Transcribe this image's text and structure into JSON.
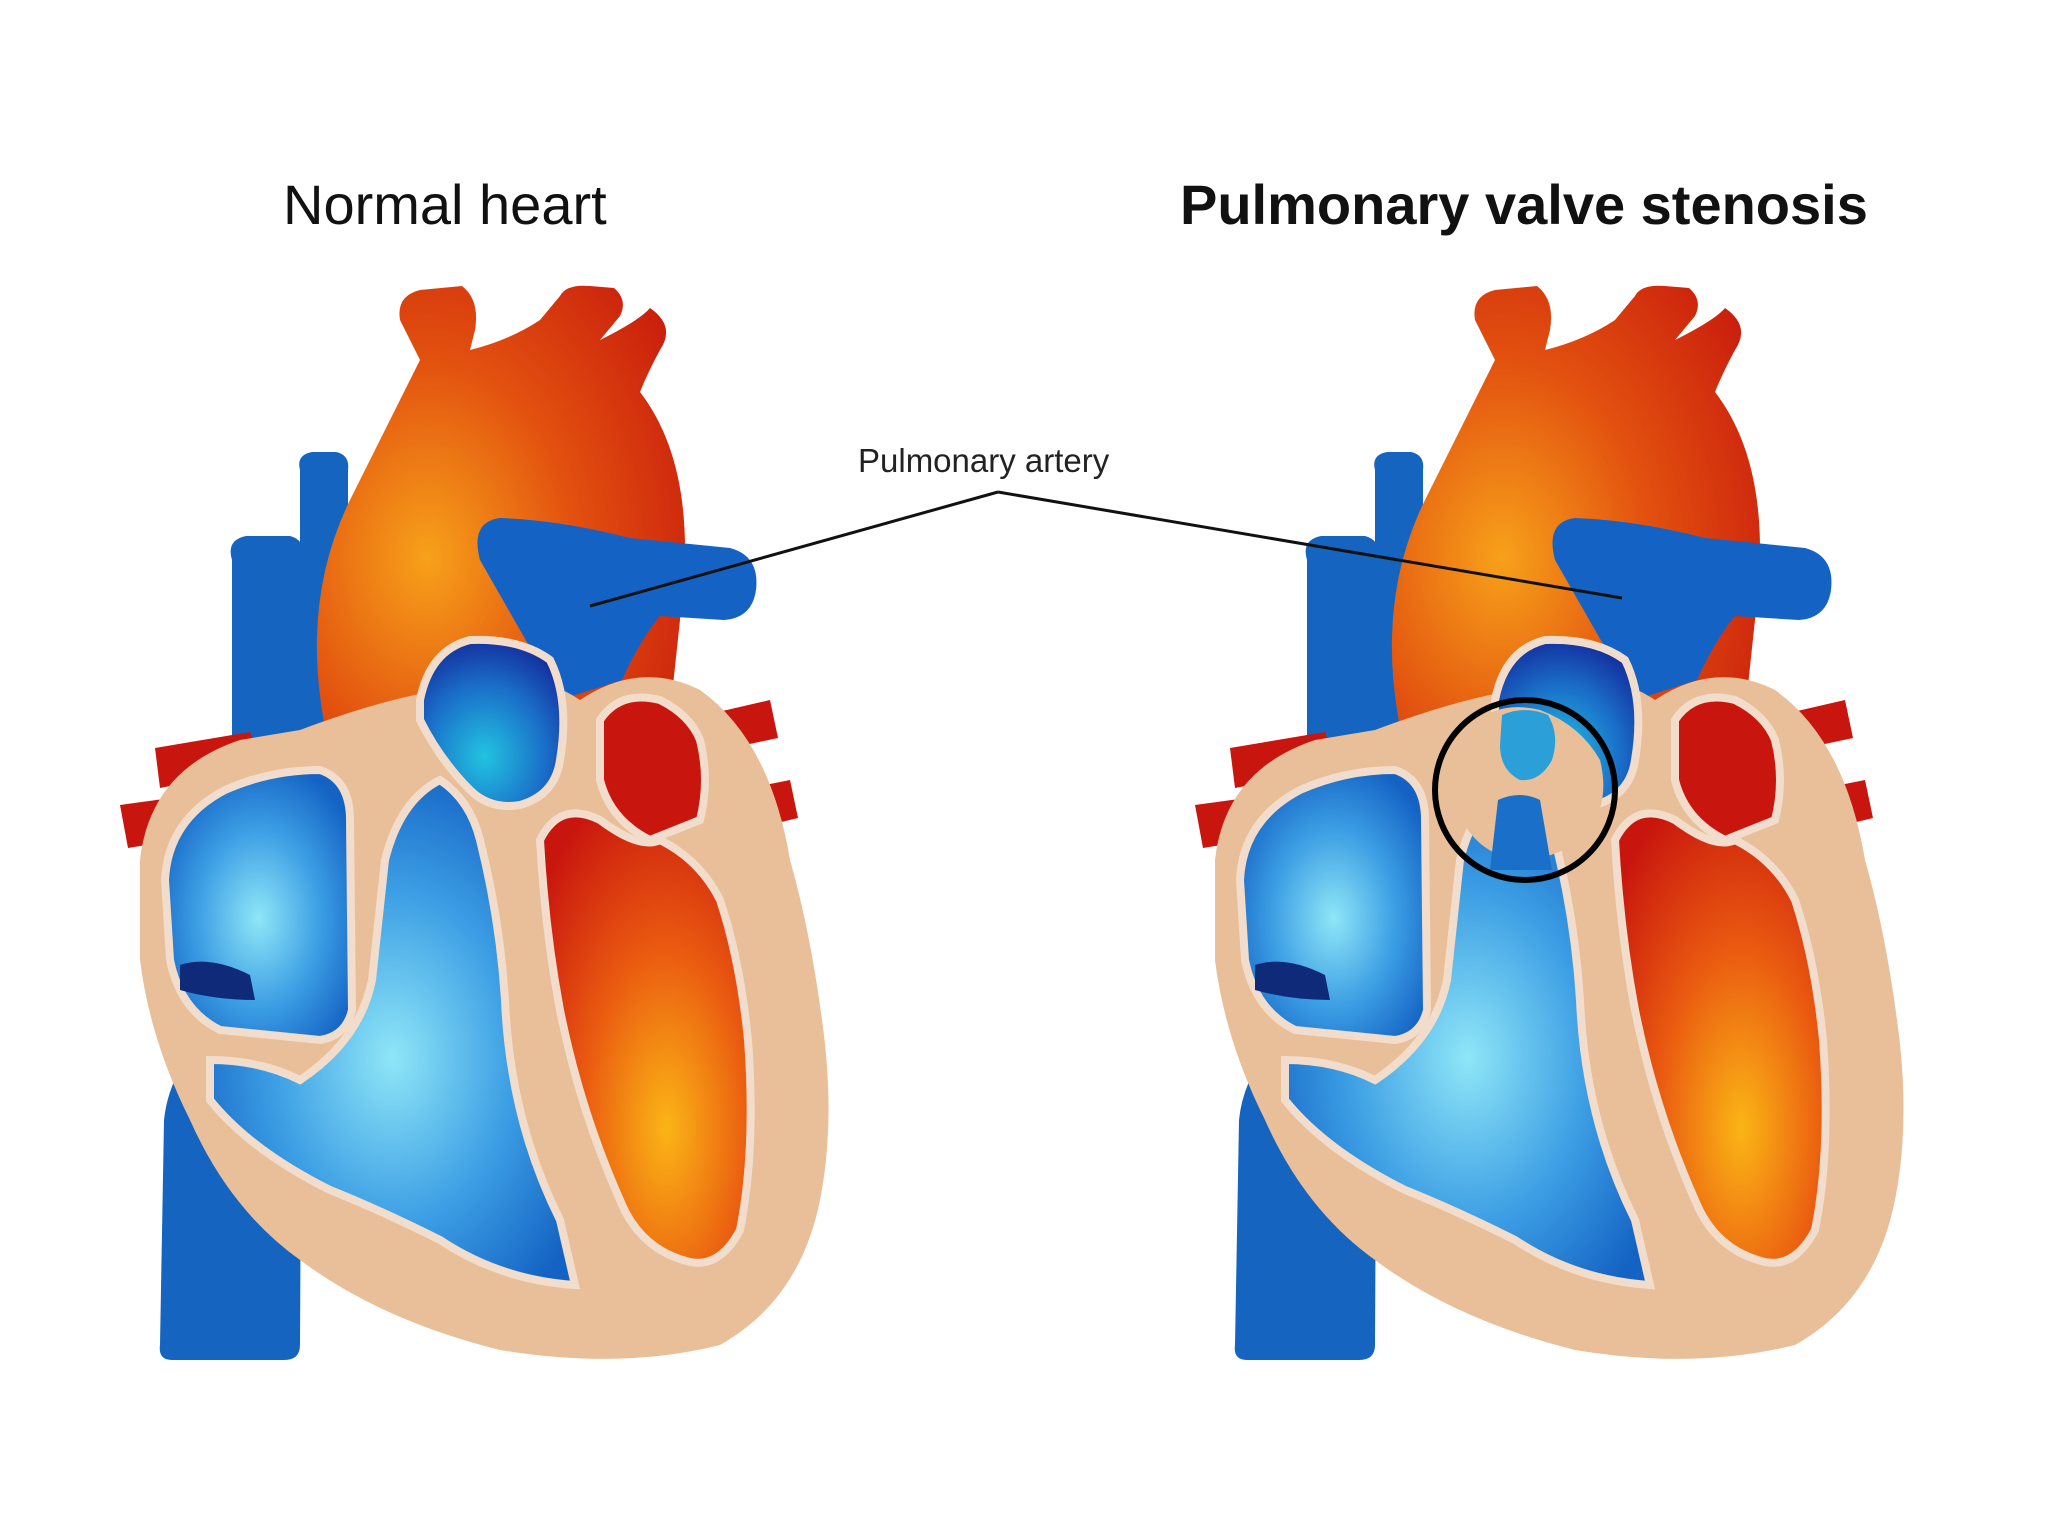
{
  "titles": {
    "left": "Normal heart",
    "right": "Pulmonary valve stenosis"
  },
  "callout": {
    "label": "Pulmonary artery"
  },
  "colors": {
    "background": "#ffffff",
    "deoxygenated_blue": "#1565c0",
    "oxygenated_red": "#d40e0e",
    "oxygenated_orange": "#f39c12",
    "myocardium_tan": "#e8bf98",
    "highlight_circle": "#000000"
  }
}
